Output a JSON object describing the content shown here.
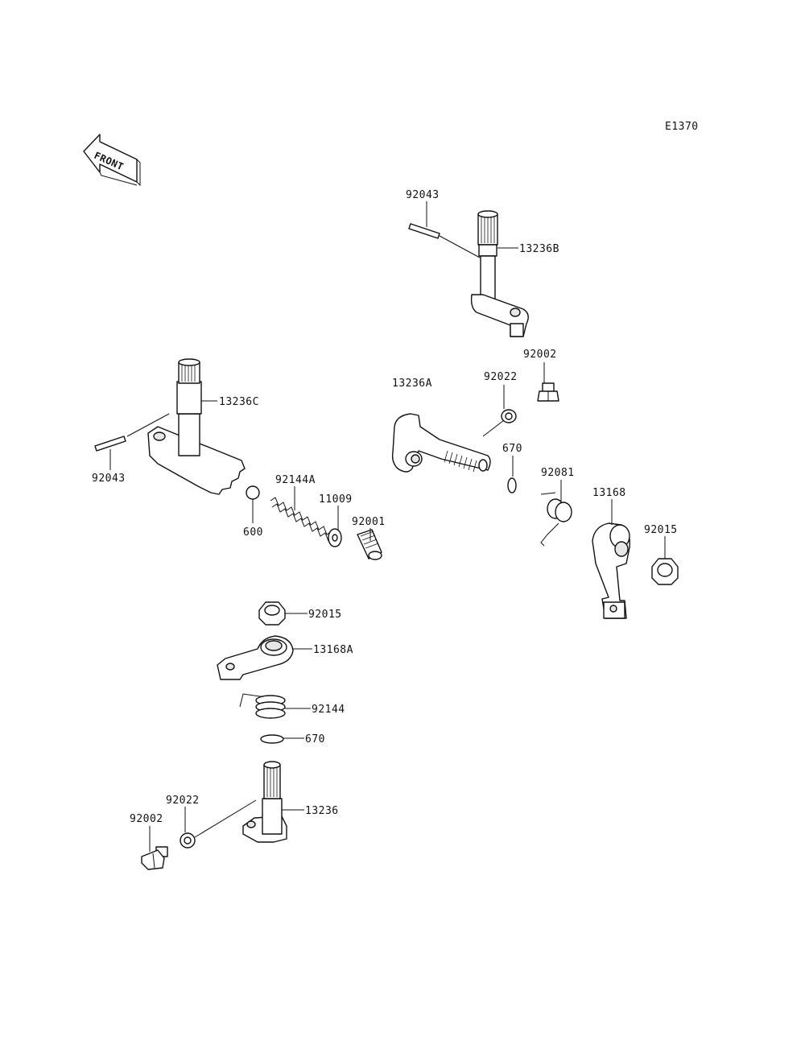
{
  "diagram_code": "E1370",
  "front_indicator": "FRONT",
  "callouts": {
    "c92043_top": "92043",
    "c13236B": "13236B",
    "c92002_right": "92002",
    "c92022_right": "92022",
    "c13236A": "13236A",
    "c670_right": "670",
    "c92081": "92081",
    "c13168": "13168",
    "c92015_right": "92015",
    "c13236C": "13236C",
    "c92043_left": "92043",
    "c92144A": "92144A",
    "c11009": "11009",
    "c92001": "92001",
    "c600": "600",
    "c92015_left": "92015",
    "c13168A": "13168A",
    "c92144": "92144",
    "c670_left": "670",
    "c92022_left": "92022",
    "c92002_left": "92002",
    "c13236": "13236"
  }
}
